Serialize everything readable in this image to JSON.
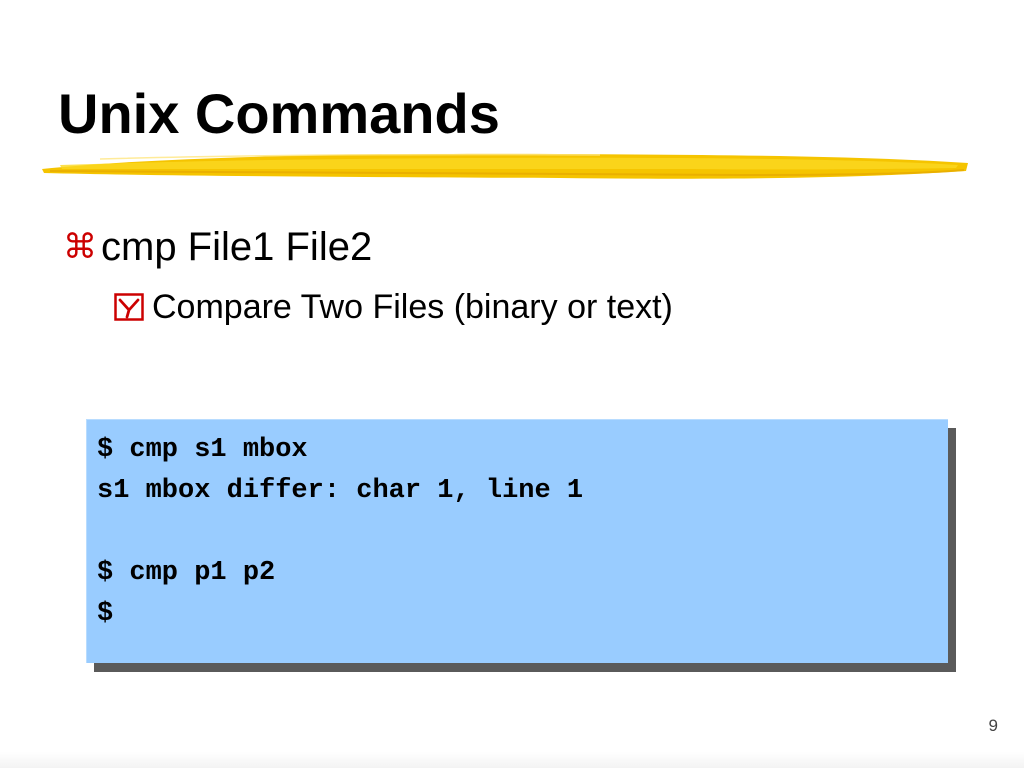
{
  "slide": {
    "title": "Unix Commands",
    "bullets": [
      {
        "text": "cmp File1 File2",
        "glyph": "⌘",
        "icon": "command-key-icon",
        "color": "#cc0000",
        "sub": [
          {
            "text": "Compare Two Files (binary or text)",
            "icon": "checkbox-y-icon",
            "color": "#cc0000"
          }
        ]
      }
    ],
    "code": {
      "lines": [
        "$ cmp s1 mbox",
        "s1 mbox differ: char 1, line 1",
        "",
        "$ cmp p1 p2",
        "$"
      ],
      "background": "#99ccff"
    },
    "accent_color": "#f5c400",
    "page_number": "9"
  }
}
